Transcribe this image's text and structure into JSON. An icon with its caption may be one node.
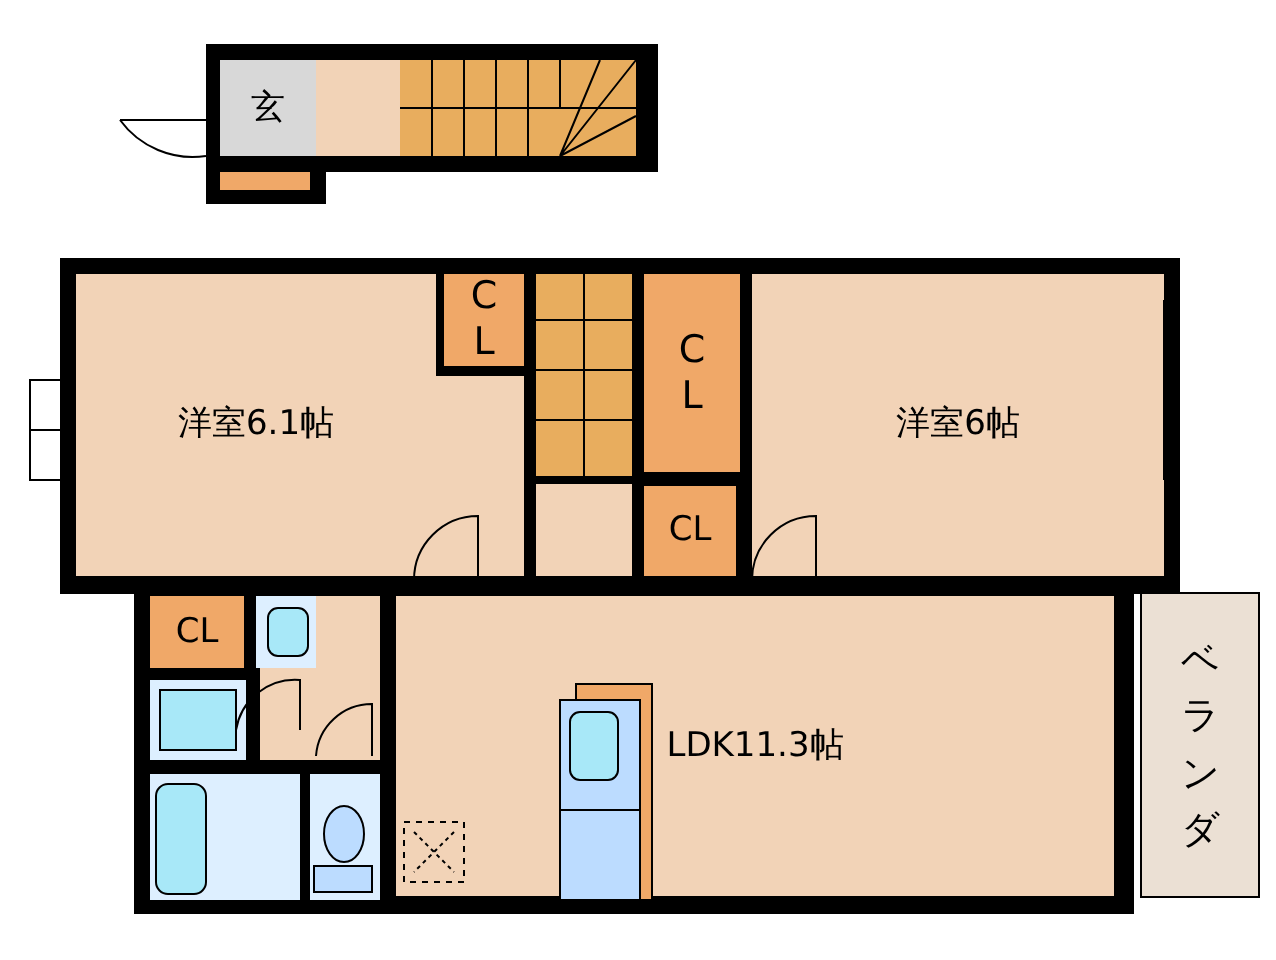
{
  "diagram": {
    "nodes": [
      {
        "text": [
          "玄"
        ]
      },
      {
        "text": [
          "洋室6.1帖"
        ]
      },
      {
        "text": [
          "C L"
        ]
      },
      {
        "text": [
          "C L"
        ]
      },
      {
        "text": [
          "洋室6帖"
        ]
      },
      {
        "text": [
          "CL"
        ]
      },
      {
        "text": [
          "CL"
        ]
      },
      {
        "text": [
          "LDK11.3帖"
        ]
      },
      {
        "text": [
          "ベランダ"
        ]
      }
    ]
  }
}
